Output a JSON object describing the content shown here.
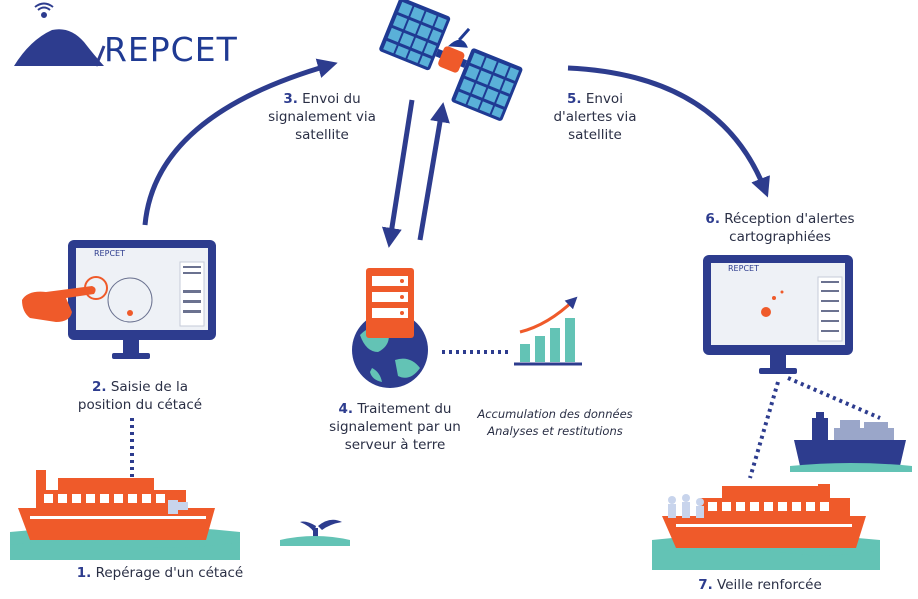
{
  "logo": {
    "text": "REPCET"
  },
  "steps": [
    {
      "num": "1.",
      "line1": "Repérage d'un cétacé",
      "line2": "",
      "line3": ""
    },
    {
      "num": "2.",
      "line1": "Saisie de la",
      "line2": "position du cétacé",
      "line3": ""
    },
    {
      "num": "3.",
      "line1": "Envoi du",
      "line2": "signalement via",
      "line3": "satellite"
    },
    {
      "num": "4.",
      "line1": "Traitement du",
      "line2": "signalement par un",
      "line3": "serveur à terre"
    },
    {
      "num": "5.",
      "line1": "Envoi",
      "line2": "d'alertes via",
      "line3": "satellite"
    },
    {
      "num": "6.",
      "line1": "Réception d'alertes",
      "line2": "cartographiées",
      "line3": ""
    },
    {
      "num": "7.",
      "line1": "Veille renforcée",
      "line2": "",
      "line3": ""
    }
  ],
  "note": {
    "line1": "Accumulation des données",
    "line2": "Analyses et restitutions"
  },
  "screen_logo": "REPCET",
  "colors": {
    "navy": "#2d3c8e",
    "orange": "#ef5a2a",
    "sea": "#63c3b5",
    "dark": "#2a2f45"
  }
}
